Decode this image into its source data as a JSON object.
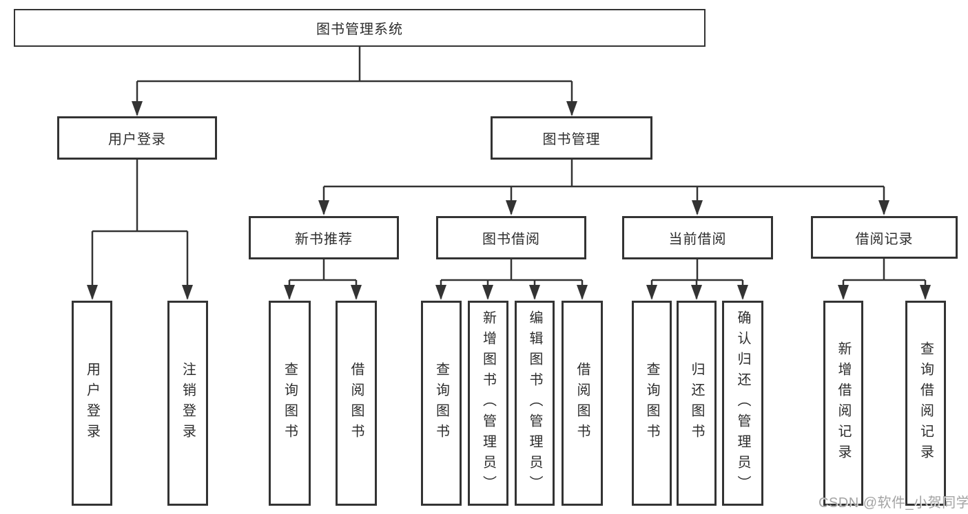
{
  "diagram_type": "hierarchy-tree",
  "colors": {
    "line": "#333333",
    "text": "#2d2d2d",
    "box_fill": "#ffffff",
    "background": "#ffffff",
    "watermark_text": "#9e9e9e"
  },
  "tree": {
    "root": {
      "label": "图书管理系统",
      "children": [
        {
          "label": "用户登录",
          "children": [
            {
              "label": "用户登录"
            },
            {
              "label": "注销登录"
            }
          ]
        },
        {
          "label": "图书管理",
          "children": [
            {
              "label": "新书推荐",
              "children": [
                {
                  "label": "查询图书"
                },
                {
                  "label": "借阅图书"
                }
              ]
            },
            {
              "label": "图书借阅",
              "children": [
                {
                  "label": "查询图书"
                },
                {
                  "label": "新增图书（管理员）"
                },
                {
                  "label": "编辑图书（管理员）"
                },
                {
                  "label": "借阅图书"
                }
              ]
            },
            {
              "label": "当前借阅",
              "children": [
                {
                  "label": "查询图书"
                },
                {
                  "label": "归还图书"
                },
                {
                  "label": "确认归还（管理员）"
                }
              ]
            },
            {
              "label": "借阅记录",
              "children": [
                {
                  "label": "新增借阅记录"
                },
                {
                  "label": "查询借阅记录"
                }
              ]
            }
          ]
        }
      ]
    }
  },
  "watermark": {
    "text": "CSDN @软件_小贺同学"
  }
}
